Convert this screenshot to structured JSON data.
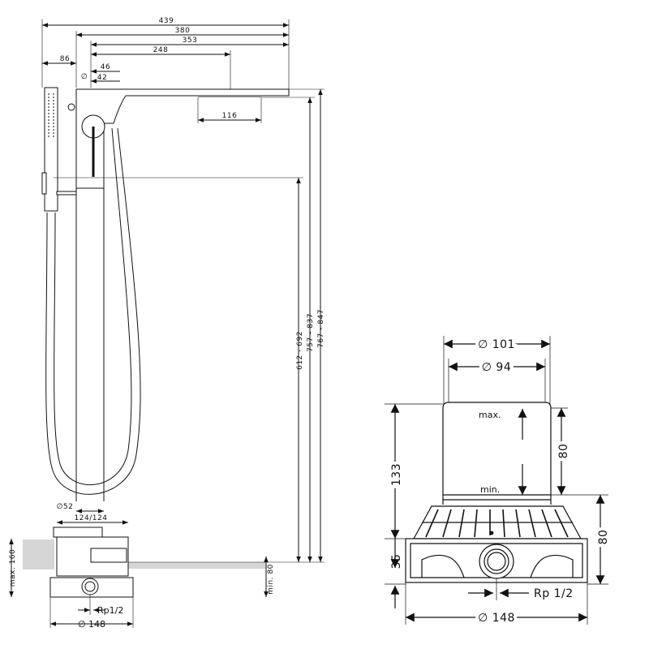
{
  "left_view": {
    "dims_top": [
      "439",
      "380",
      "353",
      "248",
      "86",
      "46",
      "42"
    ],
    "diameter_symbol": "∅",
    "spout_dim": "116",
    "height_dims": [
      "612 - 692",
      "757 - 837",
      "767 - 847"
    ],
    "base_diameter": "∅52",
    "base_offset": "124/124",
    "floor_max": "max. 160",
    "floor_min": "min. 80",
    "connection": "Rp1/2",
    "bottom_diameter": "∅ 148"
  },
  "right_view": {
    "d101": "∅ 101",
    "d94": "∅ 94",
    "max_label": "max.",
    "min_label": "min.",
    "h133": "133",
    "h80a": "80",
    "h80b": "80",
    "h35": "35",
    "connection": "Rp 1/2",
    "d148": "∅ 148"
  }
}
